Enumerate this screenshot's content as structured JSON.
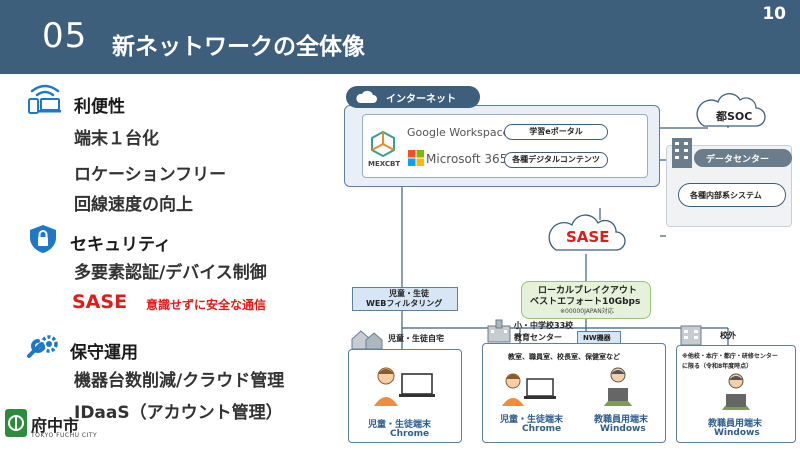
{
  "header": {
    "section_number": "05",
    "title": "新ネットワークの全体像",
    "page_number": "10"
  },
  "left_panel": {
    "convenience": {
      "heading": "利便性",
      "items": [
        "端末１台化",
        "ロケーションフリー",
        "回線速度の向上"
      ],
      "icon": "device-network-icon"
    },
    "security": {
      "heading": "セキュリティ",
      "items": [
        "多要素認証/デバイス制御"
      ],
      "sase_label": "SASE",
      "sase_note": "意識せずに安全な通信",
      "icon": "shield-lock-icon"
    },
    "maintenance": {
      "heading": "保守運用",
      "items": [
        "機器台数削減/クラウド管理",
        "IDaaS（アカウント管理）"
      ],
      "icon": "wrench-gear-icon"
    }
  },
  "logo": {
    "name": "府中市",
    "subtitle": "TOKYO FUCHU CITY",
    "icon": "fuchu-city-emblem"
  },
  "diagram": {
    "internet": {
      "label": "インターネット",
      "icon": "cloud-icon",
      "google_workspace": "Google Workspace",
      "microsoft_365": "Microsoft 365",
      "mexcbt": "MEXCBT",
      "learning_portal": "学習eポータル",
      "digital_content": "各種デジタルコンテンツ"
    },
    "soc": {
      "label": "都SOC"
    },
    "data_center": {
      "label": "データセンター",
      "systems": "各種内部系システム",
      "icon": "building-icon"
    },
    "sase": {
      "label": "SASE"
    },
    "web_filter": {
      "line1": "児童・生徒",
      "line2": "WEBフィルタリング"
    },
    "local_breakout": {
      "line1": "ローカルブレイクアウト",
      "line2": "ベストエフォート10Gbps",
      "line3": "※00000JAPAN対応"
    },
    "home": {
      "label": "児童・生徒自宅",
      "device_label": "児童・生徒端末",
      "os": "Chrome"
    },
    "school": {
      "label_line1": "小・中学校33校",
      "label_line2": "教育センター",
      "nw_label": "NW機器",
      "rooms": "教室、職員室、校長室、保健室など",
      "student_device": "児童・生徒端末",
      "student_os": "Chrome",
      "staff_device": "教職員用端末",
      "staff_os": "Windows"
    },
    "offsite": {
      "label": "校外",
      "note_line1": "※他校・本庁・都庁・研修センター",
      "note_line2": "に限る（令和8年度時点）",
      "device_label": "教職員用端末",
      "os": "Windows"
    }
  },
  "colors": {
    "header_bg": "#3e5f7c",
    "accent_blue": "#1e78c8",
    "sase_red": "#e01b1b",
    "box_border": "#5f7f9f",
    "light_blue": "#d6e6f4",
    "light_green": "#e6f1dc"
  }
}
